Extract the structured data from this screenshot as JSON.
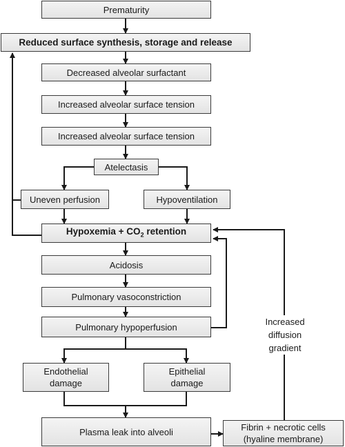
{
  "nodes": {
    "prematurity": "Prematurity",
    "reduced_surface": "Reduced surface synthesis, storage and release",
    "decreased_surfactant": "Decreased alveolar surfactant",
    "increased_tension_1": "Increased alveolar surface tension",
    "increased_tension_2": "Increased alveolar surface tension",
    "atelectasis": "Atelectasis",
    "uneven_perfusion": "Uneven perfusion",
    "hypoventilation": "Hypoventilation",
    "hypoxemia_prefix": "Hypoxemia + CO",
    "hypoxemia_sub": "2",
    "hypoxemia_suffix": " retention",
    "acidosis": "Acidosis",
    "vasoconstriction": "Pulmonary vasoconstriction",
    "hypoperfusion": "Pulmonary hypoperfusion",
    "endothelial_line1": "Endothelial",
    "endothelial_line2": "damage",
    "epithelial_line1": "Epithelial",
    "epithelial_line2": "damage",
    "plasma_leak": "Plasma leak into alveoli",
    "fibrin_line1": "Fibrin + necrotic cells",
    "fibrin_line2": "(hyaline membrane)"
  },
  "labels": {
    "gradient_line1": "Increased",
    "gradient_line2": "diffusion",
    "gradient_line3": "gradient"
  }
}
